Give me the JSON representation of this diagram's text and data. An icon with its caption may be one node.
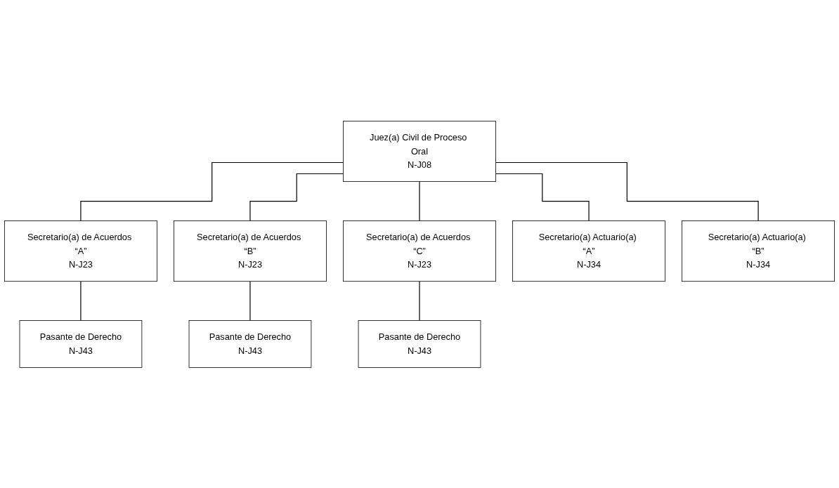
{
  "diagram": {
    "nodes": [
      {
        "text": [
          "Juez(a) Civil de Proceso Oral",
          "N-J08"
        ]
      },
      {
        "text": [
          "Secretario(a) de Acuerdos “A”",
          "N-J23"
        ]
      },
      {
        "text": [
          "Secretario(a) de Acuerdos “B”",
          "N-J23"
        ]
      },
      {
        "text": [
          "Secretario(a) de Acuerdos “C”",
          "N-J23"
        ]
      },
      {
        "text": [
          "Secretario(a) Actuario(a) “A”",
          "N-J34"
        ]
      },
      {
        "text": [
          "Secretario(a) Actuario(a) “B”",
          "N-J34"
        ]
      },
      {
        "text": [
          "Pasante de Derecho",
          "N-J43"
        ]
      },
      {
        "text": [
          "Pasante de Derecho",
          "N-J43"
        ]
      },
      {
        "text": [
          "Pasante de Derecho",
          "N-J43"
        ]
      }
    ],
    "edges": [
      {
        "from": 0,
        "to": 1,
        "arrow": "none"
      },
      {
        "from": 0,
        "to": 2,
        "arrow": "none"
      },
      {
        "from": 0,
        "to": 3,
        "arrow": "none"
      },
      {
        "from": 0,
        "to": 4,
        "arrow": "none"
      },
      {
        "from": 0,
        "to": 5,
        "arrow": "none"
      },
      {
        "from": 1,
        "to": 6,
        "arrow": "none"
      },
      {
        "from": 2,
        "to": 7,
        "arrow": "none"
      },
      {
        "from": 3,
        "to": 8,
        "arrow": "none"
      }
    ]
  }
}
